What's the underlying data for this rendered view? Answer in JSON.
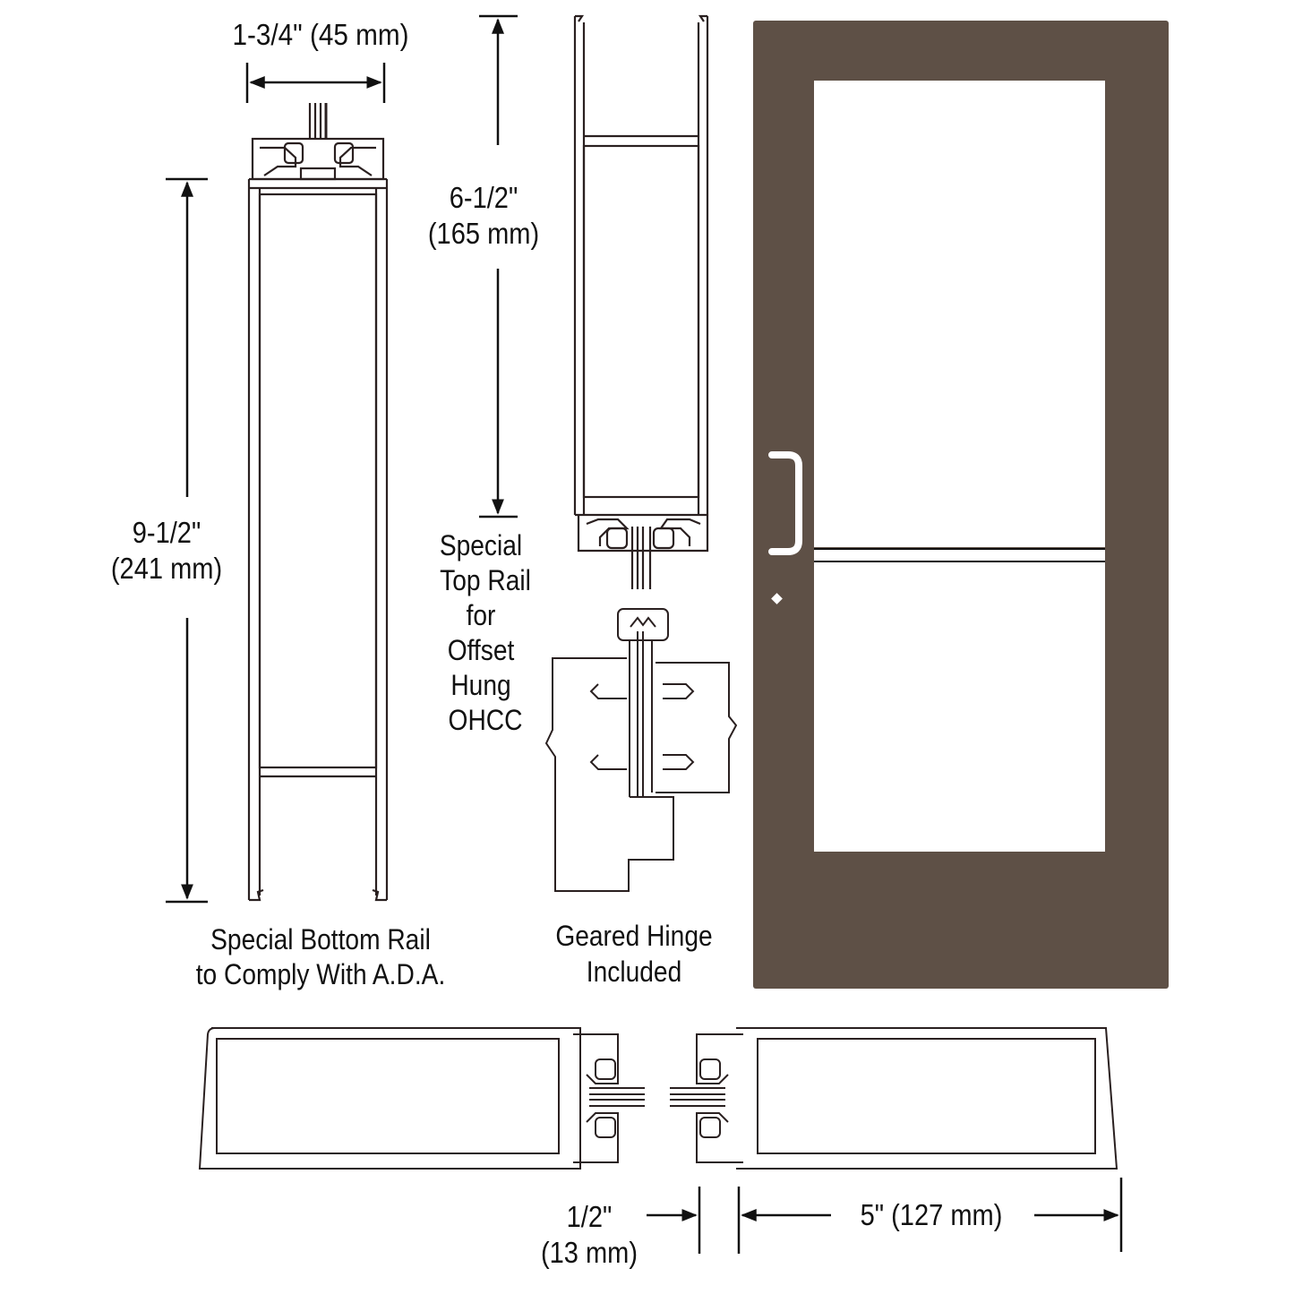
{
  "diagram": {
    "subject": "Offset hung aluminum entrance door with narrow stile profiles",
    "colors": {
      "door_finish": "#5e5046",
      "line": "#2a2020",
      "glass": "#ffffff",
      "background": "#ffffff"
    },
    "dimensions": {
      "stile_depth": {
        "imperial": "1-3/4\"",
        "metric": "(45 mm)",
        "label": "1-3/4\" (45 mm)"
      },
      "bottom_rail": {
        "imperial": "9-1/2\"",
        "metric": "(241 mm)"
      },
      "top_rail": {
        "imperial": "6-1/2\"",
        "metric": "(165 mm)"
      },
      "hinge_offset": {
        "imperial": "1/2\"",
        "metric": "(13 mm)"
      },
      "stile_width": {
        "imperial": "5\"",
        "metric": "(127 mm)",
        "label": "5\" (127 mm)"
      }
    },
    "captions": {
      "bottom_rail": {
        "line1": "Special Bottom Rail",
        "line2": "to Comply With A.D.A."
      },
      "top_rail": {
        "line1": "Special",
        "line2": "Top Rail",
        "line3": "for",
        "line4": "Offset",
        "line5": "Hung",
        "line6": "OHCC"
      },
      "hinge": {
        "line1": "Geared Hinge",
        "line2": "Included"
      }
    },
    "parts": [
      {
        "id": "bottom-rail-section",
        "description": "Bottom rail cross-section with glazing pocket"
      },
      {
        "id": "top-rail-section",
        "description": "Top rail cross-section for offset hung OHCC"
      },
      {
        "id": "geared-hinge",
        "description": "Continuous geared hinge detail"
      },
      {
        "id": "door-elevation",
        "description": "Full door elevation with pull handle, mid rail and lock cylinder"
      },
      {
        "id": "stile-plan-sections",
        "description": "Plan sections of hinge and lock stiles"
      }
    ]
  }
}
